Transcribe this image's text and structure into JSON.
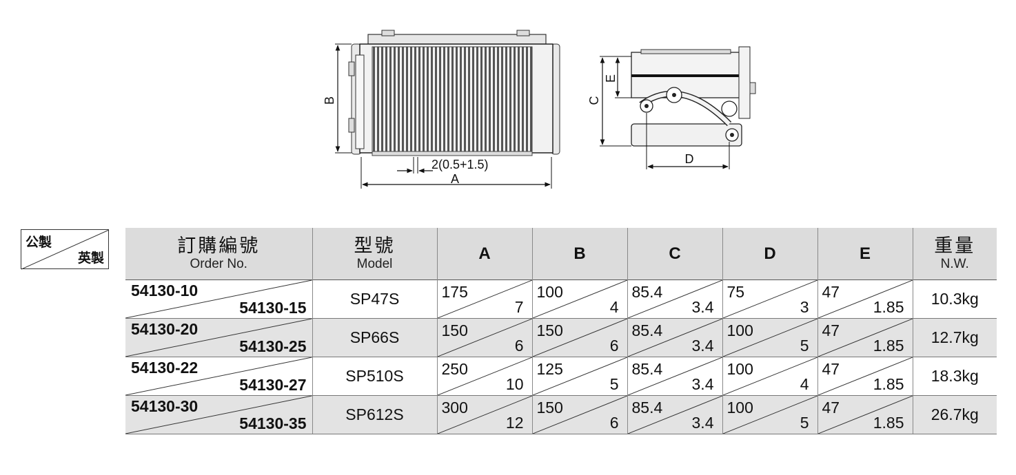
{
  "drawing": {
    "dims": {
      "b": "B",
      "pitch": "2(0.5+1.5)",
      "a": "A",
      "c": "C",
      "e": "E",
      "d": "D"
    }
  },
  "legend": {
    "metric": "公製",
    "imperial": "英製"
  },
  "table": {
    "headers": {
      "order_cn": "訂購編號",
      "order_en": "Order No.",
      "model_cn": "型號",
      "model_en": "Model",
      "a": "A",
      "b": "B",
      "c": "C",
      "d": "D",
      "e": "E",
      "weight_cn": "重量",
      "weight_en": "N.W."
    },
    "rows": [
      {
        "order_metric": "54130-10",
        "order_imperial": "54130-15",
        "model": "SP47S",
        "a_mm": "175",
        "a_in": "7",
        "b_mm": "100",
        "b_in": "4",
        "c_mm": "85.4",
        "c_in": "3.4",
        "d_mm": "75",
        "d_in": "3",
        "e_mm": "47",
        "e_in": "1.85",
        "weight": "10.3kg"
      },
      {
        "order_metric": "54130-20",
        "order_imperial": "54130-25",
        "model": "SP66S",
        "a_mm": "150",
        "a_in": "6",
        "b_mm": "150",
        "b_in": "6",
        "c_mm": "85.4",
        "c_in": "3.4",
        "d_mm": "100",
        "d_in": "5",
        "e_mm": "47",
        "e_in": "1.85",
        "weight": "12.7kg"
      },
      {
        "order_metric": "54130-22",
        "order_imperial": "54130-27",
        "model": "SP510S",
        "a_mm": "250",
        "a_in": "10",
        "b_mm": "125",
        "b_in": "5",
        "c_mm": "85.4",
        "c_in": "3.4",
        "d_mm": "100",
        "d_in": "4",
        "e_mm": "47",
        "e_in": "1.85",
        "weight": "18.3kg"
      },
      {
        "order_metric": "54130-30",
        "order_imperial": "54130-35",
        "model": "SP612S",
        "a_mm": "300",
        "a_in": "12",
        "b_mm": "150",
        "b_in": "6",
        "c_mm": "85.4",
        "c_in": "3.4",
        "d_mm": "100",
        "d_in": "5",
        "e_mm": "47",
        "e_in": "1.85",
        "weight": "26.7kg"
      }
    ]
  }
}
